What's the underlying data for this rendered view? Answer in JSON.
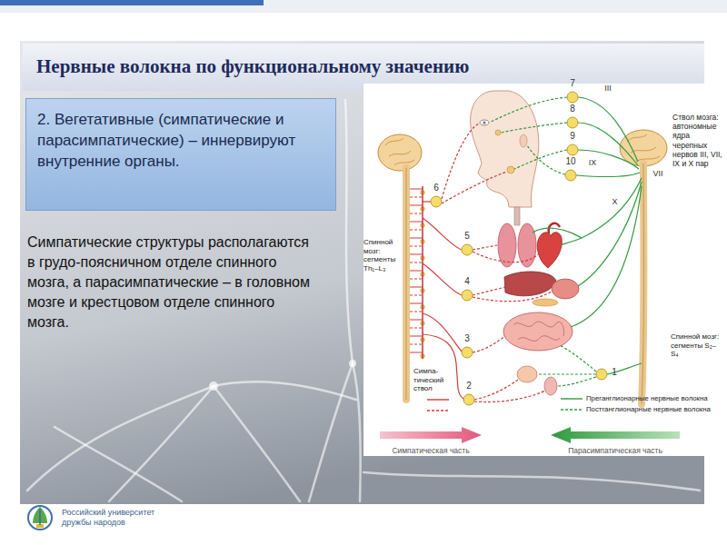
{
  "diagram": {
    "title": "Нервные волокна по функциональному значению",
    "nodes": [
      {
        "text": [
          "2. Вегетативные (симпатические и парасимпатические) – иннервируют внутренние органы."
        ]
      }
    ],
    "labels": [
      "Симпатические структуры располагаются в грудо-поясничном отделе спинного мозга, а парасимпатические – в головном мозге и крестцовом отделе спинного мозга.",
      "7",
      "8",
      "III",
      "Ствол мозга: автономные ядра черепных нервов III, VII, IX и X пар",
      "9",
      "10",
      "IX",
      "VII",
      "6",
      "X",
      "5",
      "Спинной мозг: сегменты Th₁–L₃",
      "4",
      "Спинной мозг: сегменты S₂–S₄",
      "3",
      "1",
      "Симпа-тический ствол",
      "2",
      "Российский университет дружбы народов"
    ],
    "legend": [
      {
        "text": "Преганглионарные нервные волокна"
      },
      {
        "text": "Постганглионарные нервные волокна"
      },
      {
        "text": "Симпатическая часть"
      },
      {
        "text": "Парасимпатическая часть"
      }
    ]
  }
}
